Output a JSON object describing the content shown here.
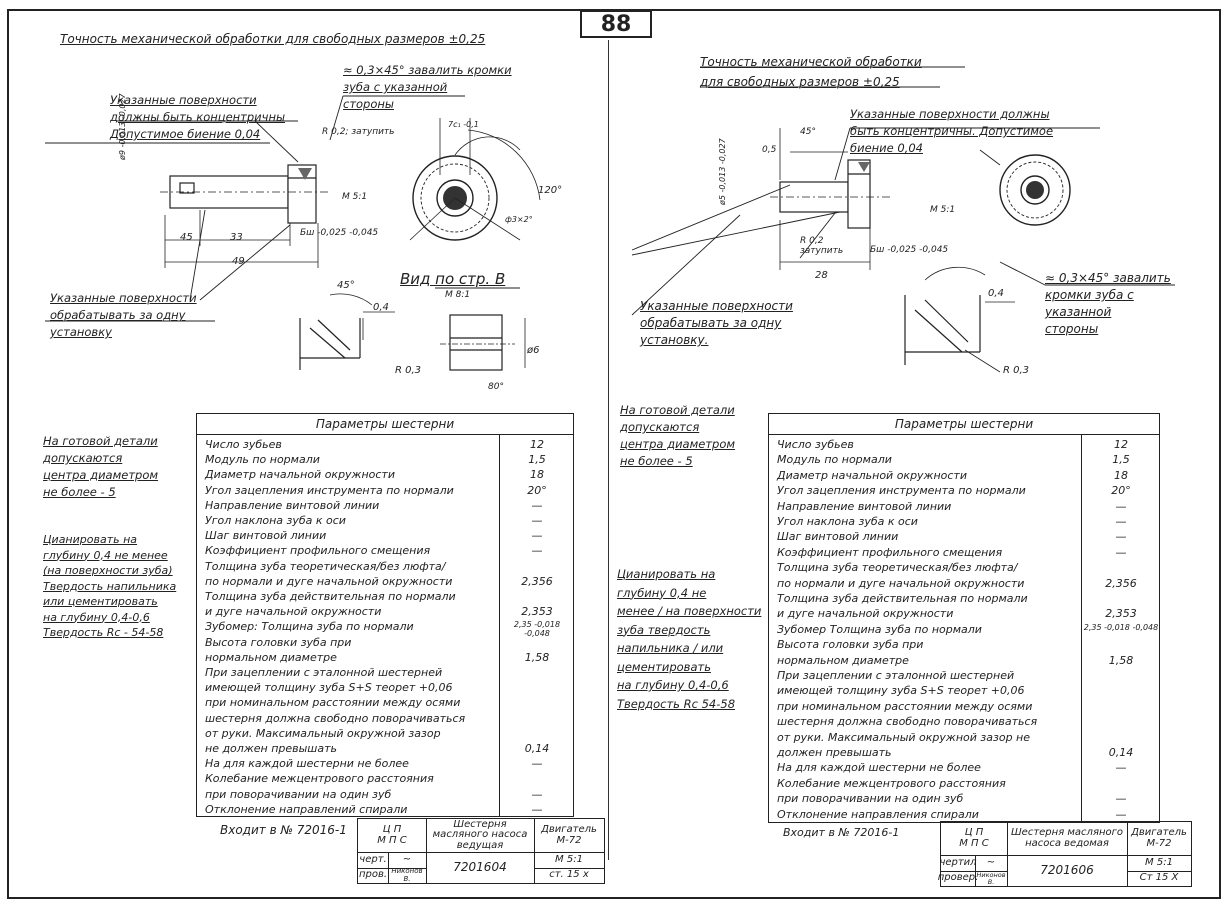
{
  "page_number": "88",
  "left": {
    "title": "Точность механической обработки для свободных размеров ±0,25",
    "conc_note": [
      "Указанные поверхности",
      "должны быть концентричны",
      "Допустимое биение 0,04"
    ],
    "chamfer_note": [
      "≈ 0,3×45° завалить кромки",
      "зуба с указанной",
      "стороны"
    ],
    "setup_note": [
      "Указанные поверхности",
      "обрабатывать за одну",
      "установку"
    ],
    "view_label": "Вид по стр. В",
    "view_scale": "М 8:1",
    "dims": {
      "d1": "ø9 -0,013 -0,027",
      "d45": "45",
      "d33": "33",
      "d49": "49",
      "bw": "Бш -0,025 -0,045",
      "ms": "М 5:1",
      "r02": "R 0,2; затупить",
      "a45": "45°",
      "d04": "0,4",
      "r03": "R 0,3",
      "d6": "ø6",
      "a120": "120°",
      "a7": "7с₁ -0,1",
      "d3x2": "ф3×2°",
      "ang": "80°"
    },
    "hardening_note": [
      "На готовой детали",
      "допускаются",
      "центра диаметром",
      "не более - 5"
    ],
    "cyan_note": [
      "Цианировать на",
      "глубину 0,4 не менее",
      "(на поверхности зуба)",
      "Твердость напильника",
      "или цементировать",
      "на глубину 0,4-0,6",
      "Твердость Rc - 54-58"
    ],
    "params_title": "Параметры шестерни",
    "params": [
      {
        "label": "Число зубьев",
        "value": "12"
      },
      {
        "label": "Модуль по нормали",
        "value": "1,5"
      },
      {
        "label": "Диаметр начальной окружности",
        "value": "18"
      },
      {
        "label": "Угол зацепления инструмента по нормали",
        "value": "20°"
      },
      {
        "label": "Направление винтовой линии",
        "value": "—"
      },
      {
        "label": "Угол наклона зуба к оси",
        "value": "—"
      },
      {
        "label": "Шаг винтовой линии",
        "value": "—"
      },
      {
        "label": "Коэффициент профильного смещения",
        "value": "—"
      },
      {
        "label": "Толщина зуба теоретическая/без люфта/",
        "value": ""
      },
      {
        "label": "по нормали и дуге начальной окружности",
        "value": "2,356"
      },
      {
        "label": "Толщина зуба действительная по нормали",
        "value": ""
      },
      {
        "label": "и дуге начальной окружности",
        "value": "2,353"
      },
      {
        "label": "Зубомер: Толщина зуба по нормали",
        "value": "2,35 -0,018 -0,048"
      },
      {
        "label": "Высота головки зуба при",
        "value": ""
      },
      {
        "label": "нормальном диаметре",
        "value": "1,58"
      },
      {
        "label": "При зацеплении с эталонной шестерней",
        "value": ""
      },
      {
        "label": "имеющей толщину зуба S+S теорет +0,06",
        "value": ""
      },
      {
        "label": "при номинальном расстоянии между осями",
        "value": ""
      },
      {
        "label": "шестерня должна свободно поворачиваться",
        "value": ""
      },
      {
        "label": "от руки. Максимальный окружной зазор",
        "value": ""
      },
      {
        "label": "не должен превышать",
        "value": "0,14"
      },
      {
        "label": "На для каждой шестерни не более",
        "value": "—"
      },
      {
        "label": "Колебание межцентрового расстояния",
        "value": ""
      },
      {
        "label": "при поворачивании на один зуб",
        "value": "—"
      },
      {
        "label": "Отклонение направлений спирали",
        "value": "—"
      }
    ],
    "enters": "Входит в № 72016-1",
    "stamp": {
      "org1": "Ц П",
      "org2": "М П С",
      "name": "Шестерня масляного насоса ведущая",
      "product": "Двигатель М-72",
      "drawn": "черт.",
      "checked": "пров.",
      "checker": "Никонов В.",
      "number": "7201604",
      "scale": "М 5:1",
      "material": "ст. 15 х"
    }
  },
  "right": {
    "title": [
      "Точность механической обработки",
      "для свободных размеров ±0,25"
    ],
    "conc_note": [
      "Указанные поверхности должны",
      "быть концентричны. Допустимое",
      "биение 0,04"
    ],
    "chamfer_note": [
      "≈ 0,3×45° завалить",
      "кромки зуба с",
      "указанной",
      "стороны"
    ],
    "setup_note": [
      "Указанные поверхности",
      "обрабатывать за одну",
      "установку."
    ],
    "dims": {
      "d1": "ø5 -0,013 -0,027",
      "d05": "0,5",
      "a45": "45°",
      "d28": "28",
      "r02": "R 0,2 затупить",
      "bw": "Бш -0,025 -0,045",
      "ms": "М 5:1",
      "d04": "0,4",
      "r03": "R 0,3"
    },
    "hardening_note": [
      "На готовой детали",
      "допускаются",
      "центра диаметром",
      "не более - 5"
    ],
    "cyan_note": [
      "Цианировать на",
      "глубину 0,4 не",
      "менее / на поверхности",
      "зуба твердость",
      "напильника / или",
      "цементировать",
      "на глубину 0,4-0,6",
      "Твердость Rc 54-58"
    ],
    "params_title": "Параметры шестерни",
    "params": [
      {
        "label": "Число зубьев",
        "value": "12"
      },
      {
        "label": "Модуль по нормали",
        "value": "1,5"
      },
      {
        "label": "Диаметр начальной окружности",
        "value": "18"
      },
      {
        "label": "Угол зацепления инструмента по нормали",
        "value": "20°"
      },
      {
        "label": "Направление винтовой линии",
        "value": "—"
      },
      {
        "label": "Угол наклона зуба к оси",
        "value": "—"
      },
      {
        "label": "Шаг винтовой линии",
        "value": "—"
      },
      {
        "label": "Коэффициент профильного смещения",
        "value": "—"
      },
      {
        "label": "Толщина зуба теоретическая/без люфта/",
        "value": ""
      },
      {
        "label": "по нормали и дуге начальной окружности",
        "value": "2,356"
      },
      {
        "label": "Толщина зуба действительная по нормали",
        "value": ""
      },
      {
        "label": "и дуге начальной окружности",
        "value": "2,353"
      },
      {
        "label": "Зубомер Толщина зуба по нормали",
        "value": "2,35 -0,018 -0,048"
      },
      {
        "label": "Высота головки зуба при",
        "value": ""
      },
      {
        "label": "нормальном диаметре",
        "value": "1,58"
      },
      {
        "label": "При зацеплении с эталонной шестерней",
        "value": ""
      },
      {
        "label": "имеющей толщину зуба S+S теорет +0,06",
        "value": ""
      },
      {
        "label": "при номинальном расстоянии между осями",
        "value": ""
      },
      {
        "label": "шестерня должна свободно поворачиваться",
        "value": ""
      },
      {
        "label": "от руки. Максимальный окружной зазор не",
        "value": ""
      },
      {
        "label": "должен превышать",
        "value": "0,14"
      },
      {
        "label": "На для каждой шестерни не более",
        "value": "—"
      },
      {
        "label": "Колебание межцентрового расстояния",
        "value": ""
      },
      {
        "label": "при поворачивании на один зуб",
        "value": "—"
      },
      {
        "label": "Отклонение направления спирали",
        "value": "—"
      }
    ],
    "enters": "Входит в № 72016-1",
    "stamp": {
      "org1": "Ц П",
      "org2": "М П С",
      "name": "Шестерня масляного насоса ведомая",
      "product": "Двигатель М-72",
      "drawn": "чертил",
      "checked": "провер.",
      "checker": "Никонов В.",
      "number": "7201606",
      "scale": "М 5:1",
      "material": "Ст 15 Х"
    }
  }
}
